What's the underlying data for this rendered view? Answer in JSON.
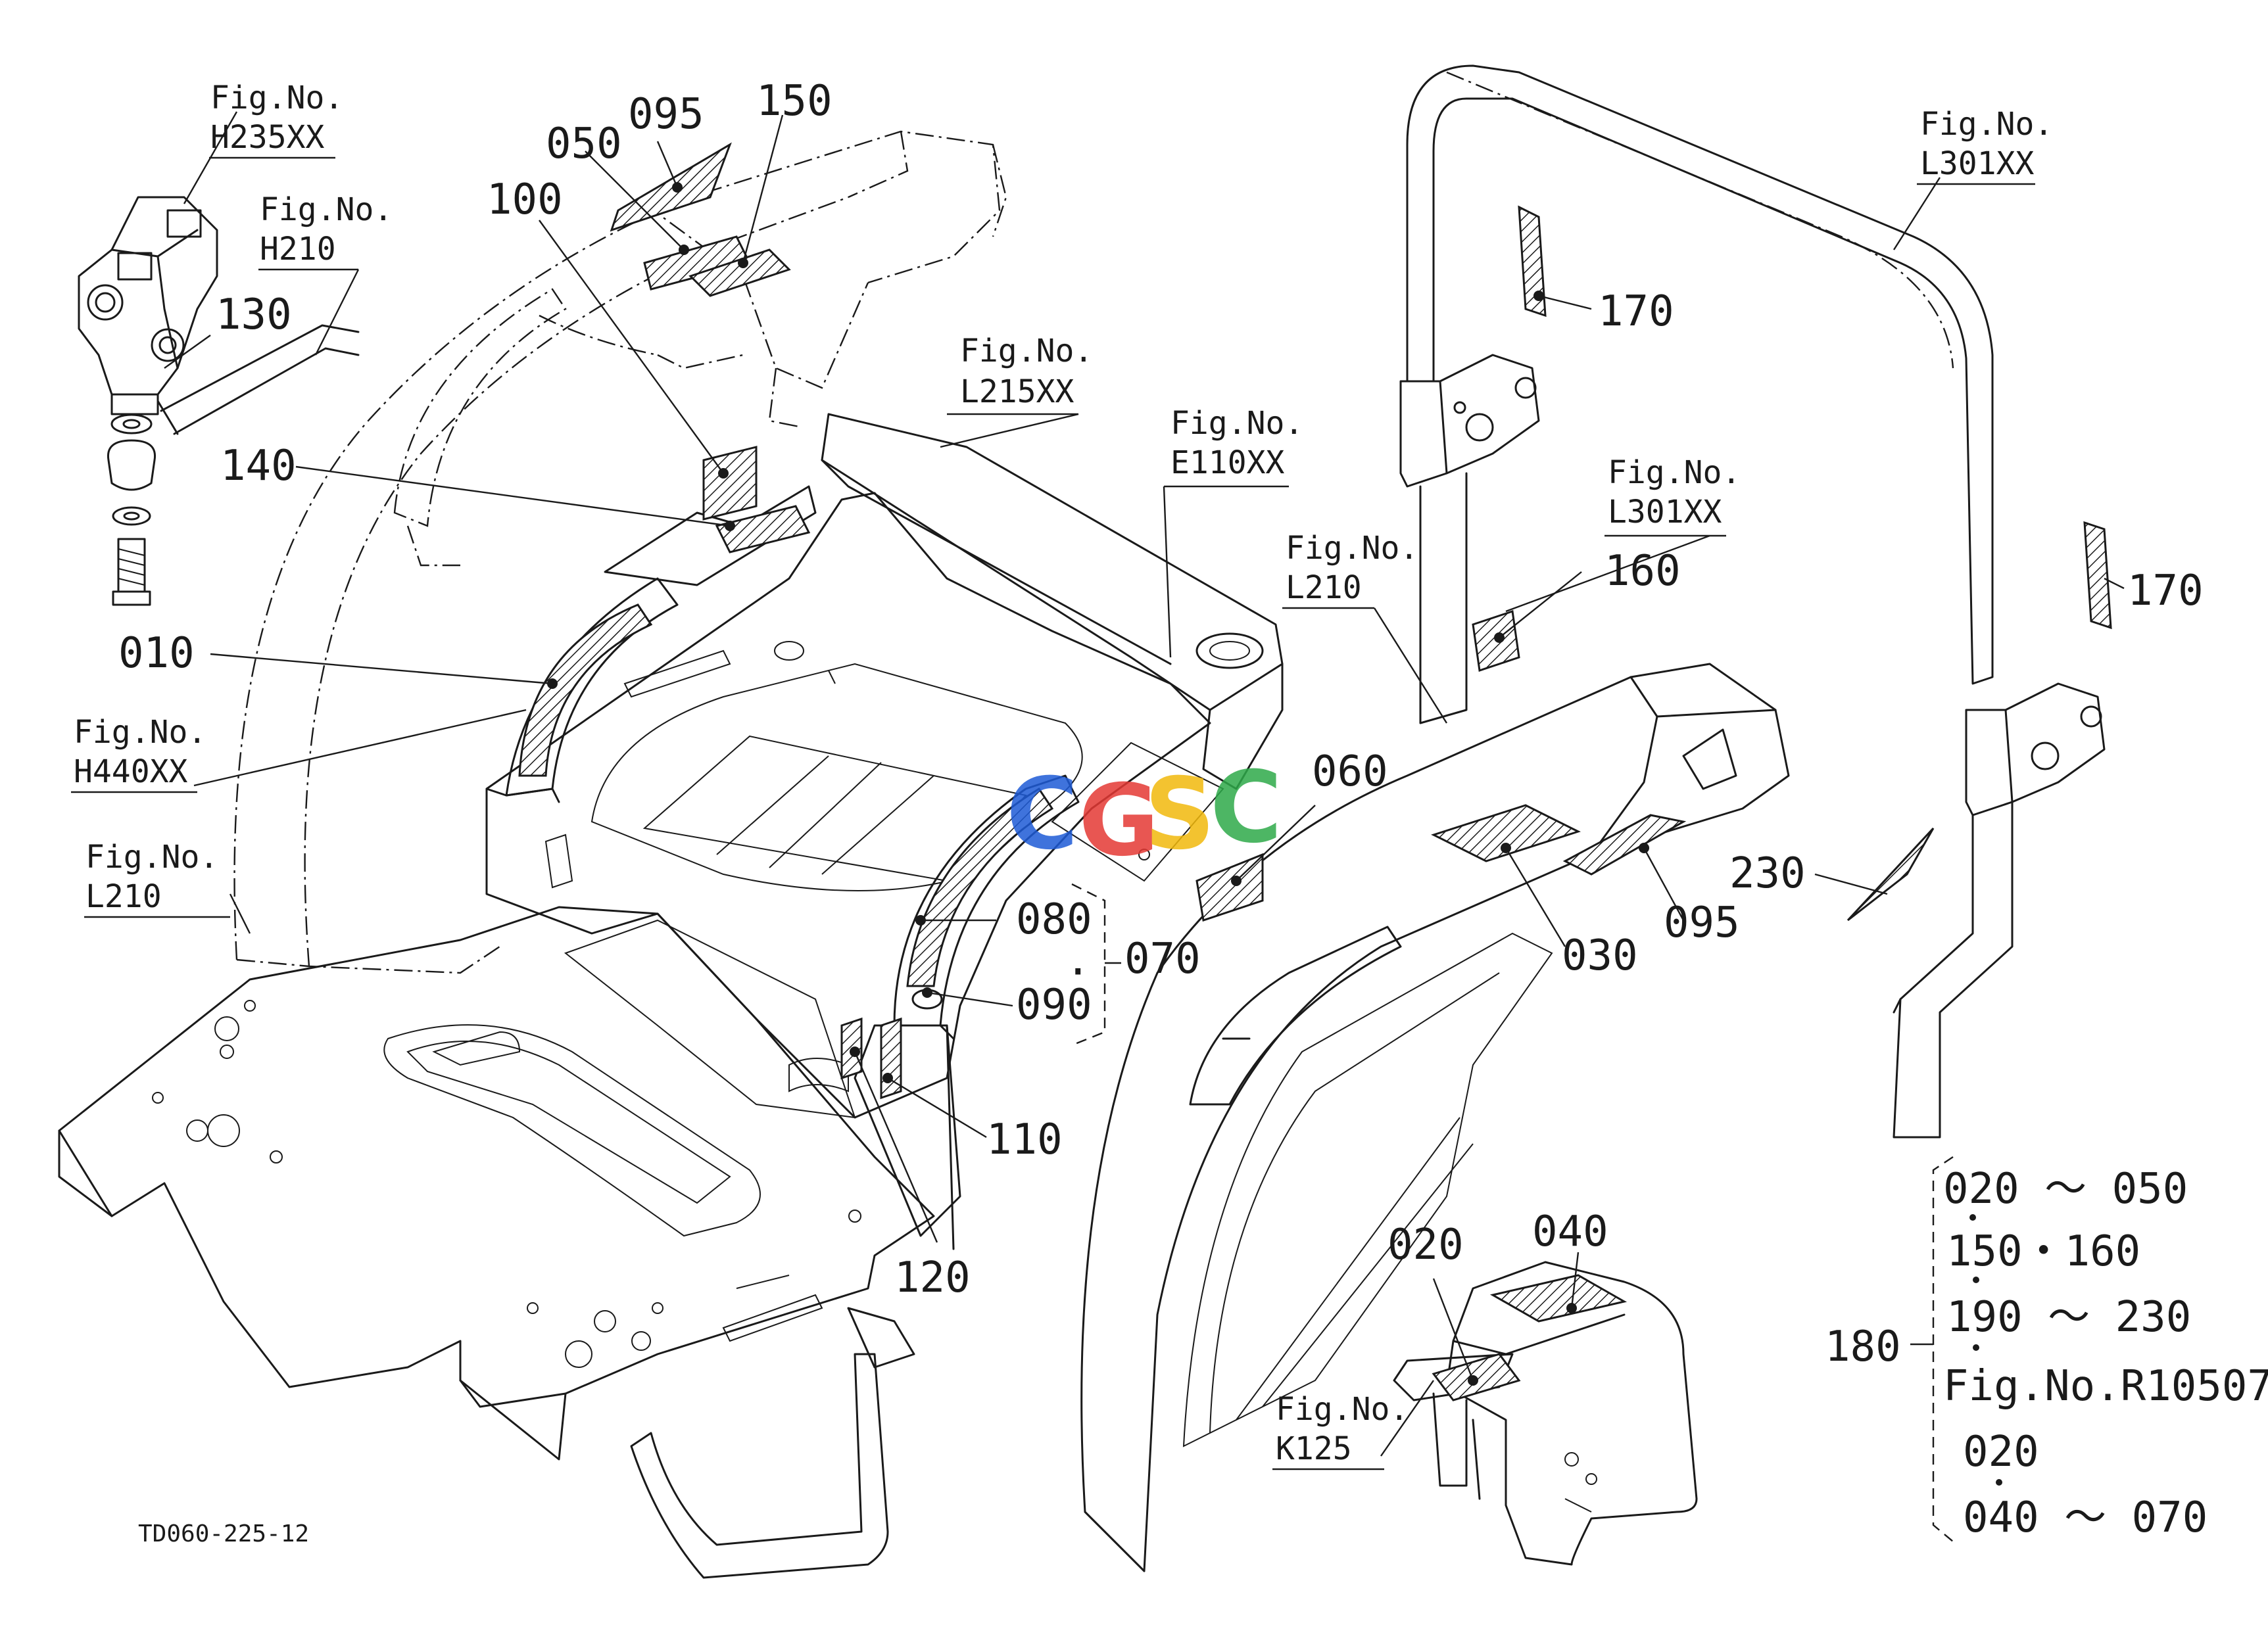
{
  "diagram": {
    "drawing_code": "TD060-225-12",
    "watermark": [
      "C",
      "G",
      "S",
      "C"
    ],
    "fig_refs": [
      {
        "key": "h235",
        "label": "Fig.No.",
        "code": "H235XX"
      },
      {
        "key": "h210",
        "label": "Fig.No.",
        "code": "H210"
      },
      {
        "key": "l215",
        "label": "Fig.No.",
        "code": "L215XX"
      },
      {
        "key": "e110",
        "label": "Fig.No.",
        "code": "E110XX"
      },
      {
        "key": "l210c",
        "label": "Fig.No.",
        "code": "L210"
      },
      {
        "key": "h440",
        "label": "Fig.No.",
        "code": "H440XX"
      },
      {
        "key": "l210l",
        "label": "Fig.No.",
        "code": "L210"
      },
      {
        "key": "l301a",
        "label": "Fig.No.",
        "code": "L301XX"
      },
      {
        "key": "l301b",
        "label": "Fig.No.",
        "code": "L301XX"
      },
      {
        "key": "k125",
        "label": "Fig.No.",
        "code": "K125"
      }
    ],
    "callouts": {
      "c050": "050",
      "c095a": "095",
      "c150": "150",
      "c100": "100",
      "c130": "130",
      "c140": "140",
      "c010": "010",
      "c060": "060",
      "c080": "080",
      "c070": "070",
      "c090": "090",
      "c110": "110",
      "c120": "120",
      "c170a": "170",
      "c160": "160",
      "c170b": "170",
      "c230": "230",
      "c030": "030",
      "c095b": "095",
      "c020": "020",
      "c040": "040"
    },
    "legend": {
      "number": "180",
      "lines": [
        "020 ～ 050",
        "150・160",
        "190 ～ 230",
        "Fig.No.R10507",
        "020",
        "040 ～ 070"
      ]
    },
    "colors": {
      "line": "#1a1a1a",
      "wm_blue": "#1e5bd6",
      "wm_red": "#e53935",
      "wm_yellow": "#f2b90c",
      "wm_green": "#2eaa4a"
    }
  }
}
